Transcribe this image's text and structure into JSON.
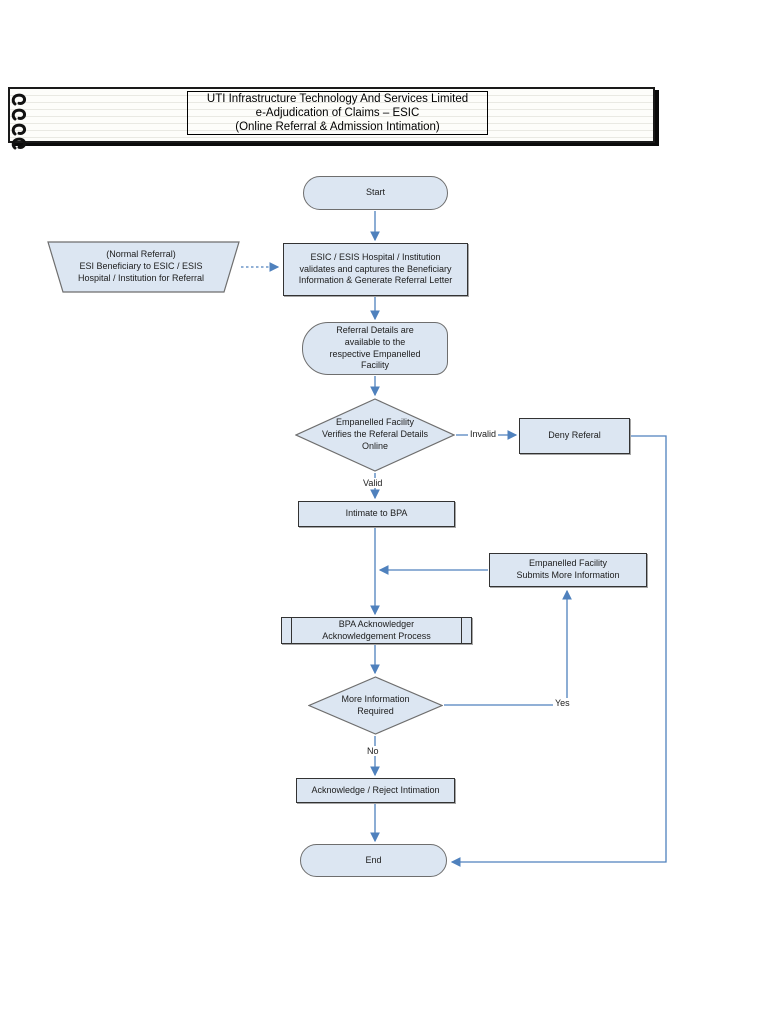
{
  "header": {
    "title_lines": [
      "UTI Infrastructure Technology And Services Limited",
      "e-Adjudication of Claims – ESIC",
      "(Online Referral & Admission Intimation)"
    ]
  },
  "flowchart": {
    "nodes": {
      "start": {
        "type": "terminator",
        "label": "Start"
      },
      "normal_referral": {
        "type": "trapezoid",
        "label": "(Normal Referral)\nESI Beneficiary to ESIC / ESIS\nHospital / Institution for Referral"
      },
      "validate": {
        "type": "process",
        "label": "ESIC / ESIS Hospital / Institution\nvalidates and captures the Beneficiary\nInformation & Generate Referral Letter"
      },
      "referral_details": {
        "type": "stored-data",
        "label": "Referral Details are\navailable to the\nrespective Empanelled\nFacility"
      },
      "verify_decision": {
        "type": "decision",
        "label": "Empanelled Facility\nVerifies the Referal Details\nOnline"
      },
      "deny_referal": {
        "type": "process",
        "label": "Deny Referal"
      },
      "intimate_bpa": {
        "type": "process",
        "label": "Intimate to BPA"
      },
      "submit_more_info": {
        "type": "process",
        "label": "Empanelled Facility\nSubmits More Information"
      },
      "bpa_acknowledger": {
        "type": "predefined-process",
        "label": "BPA Acknowledger\nAcknowledgement Process"
      },
      "more_info_decision": {
        "type": "decision",
        "label": "More Information\nRequired"
      },
      "acknowledge_reject": {
        "type": "process",
        "label": "Acknowledge / Reject Intimation"
      },
      "end": {
        "type": "terminator",
        "label": "End"
      }
    },
    "edge_labels": {
      "invalid": "Invalid",
      "valid": "Valid",
      "yes": "Yes",
      "no": "No"
    }
  },
  "colors": {
    "connector_blue": "#4f81bd",
    "shape_fill": "#dce6f2",
    "dark_border": "#333333",
    "gray_border": "#6e6e6e"
  }
}
